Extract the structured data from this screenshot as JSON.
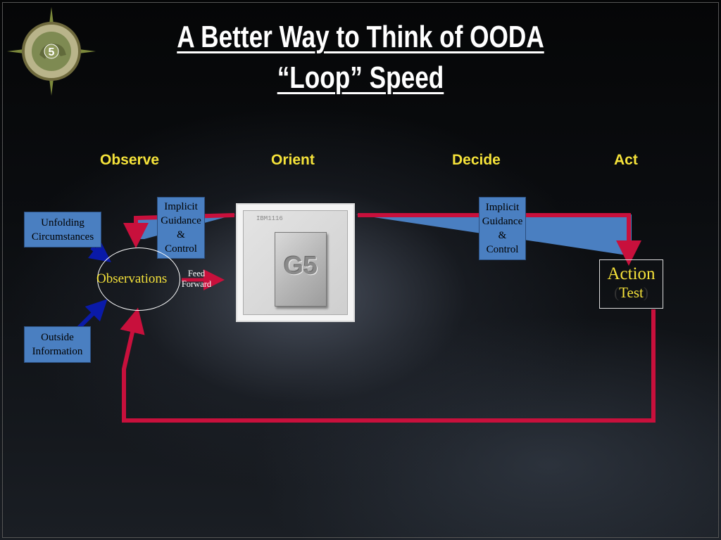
{
  "slide": {
    "title_line1": "A Better Way to Think of OODA",
    "title_line2": "“Loop” Speed",
    "badge_number": "5"
  },
  "phases": [
    "Observe",
    "Orient",
    "Decide",
    "Act"
  ],
  "boxes": {
    "unfolding": [
      "Unfolding",
      "Circumstances"
    ],
    "outside": [
      "Outside",
      "Information"
    ],
    "guidance_left": [
      "Implicit",
      "Guidance",
      "&",
      "Control"
    ],
    "guidance_right": [
      "Implicit",
      "Guidance",
      "&",
      "Control"
    ]
  },
  "observations": "Observations",
  "feed_forward": [
    "Feed",
    "Forward"
  ],
  "chip": {
    "label": "G5",
    "marking": "IBM1116"
  },
  "action": {
    "label": "Action",
    "test_open": "(",
    "test": "Test",
    "test_close": ")"
  },
  "colors": {
    "title": "#ffffff",
    "phase": "#f5e23a",
    "box_fill": "#4a7fc1",
    "loop_arrow": "#c8103c",
    "input_arrow": "#0a1aa8"
  }
}
